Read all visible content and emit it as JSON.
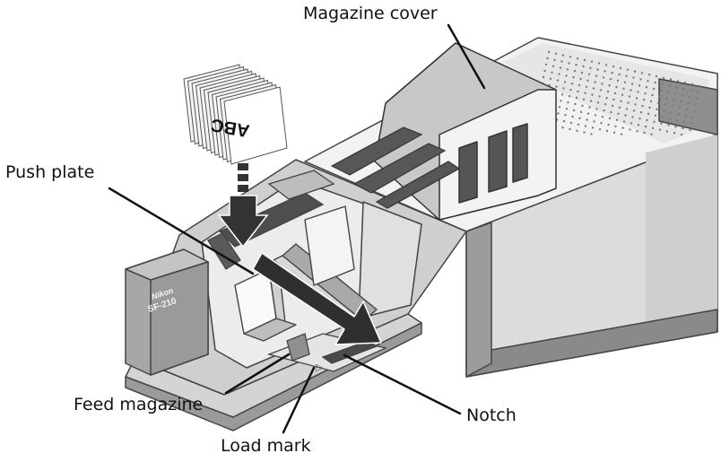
{
  "callouts": {
    "magazine_cover": "Magazine cover",
    "push_plate": "Push plate",
    "feed_magazine": "Feed magazine",
    "notch": "Notch",
    "load_mark": "Load mark"
  },
  "device": {
    "brand": "Nikon",
    "model": "SF-210"
  },
  "slide_stack": {
    "label": "ABC"
  },
  "load_mark_symbol": "▷",
  "colors": {
    "body_light": "#f0f0f0",
    "body_mid": "#d6d6d6",
    "body_dark": "#9a9a9a",
    "cover_gray": "#8c8c8c",
    "tray_dark": "#5a5a5a",
    "arrow": "#333333",
    "leader": "#111111"
  }
}
